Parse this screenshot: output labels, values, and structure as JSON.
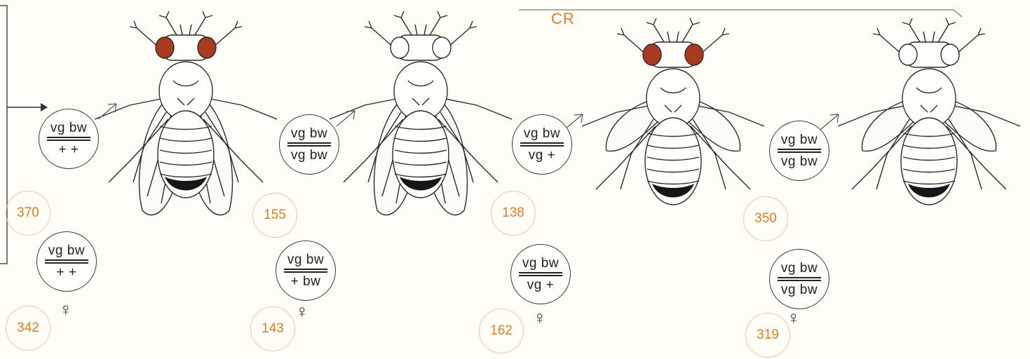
{
  "label_cr": "CR",
  "columns": [
    {
      "eye_color": "#a83a1f",
      "wings": "long",
      "top": {
        "genotype_top": "vg bw",
        "genotype_bottom": "+ +",
        "count": "370"
      },
      "bottom": {
        "genotype_top": "vg bw",
        "genotype_bottom": "+ +",
        "count": "342"
      }
    },
    {
      "eye_color": "#ffffff",
      "wings": "long",
      "top": {
        "genotype_top": "vg bw",
        "genotype_bottom": "vg bw",
        "count": "155"
      },
      "bottom": {
        "genotype_top": "vg bw",
        "genotype_bottom": "+ bw",
        "count": "143"
      }
    },
    {
      "eye_color": "#a83a1f",
      "wings": "vestigial",
      "top": {
        "genotype_top": "vg bw",
        "genotype_bottom": "vg +",
        "count": "138"
      },
      "bottom": {
        "genotype_top": "vg bw",
        "genotype_bottom": "vg +",
        "count": "162"
      }
    },
    {
      "eye_color": "#ffffff",
      "wings": "vestigial",
      "top": {
        "genotype_top": "vg bw",
        "genotype_bottom": "vg bw",
        "count": "350"
      },
      "bottom": {
        "genotype_top": "vg bw",
        "genotype_bottom": "vg bw",
        "count": "319"
      }
    }
  ],
  "colors": {
    "count_text": "#e07c28",
    "count_border": "#f2c9a2",
    "line": "#2a2a2a"
  }
}
